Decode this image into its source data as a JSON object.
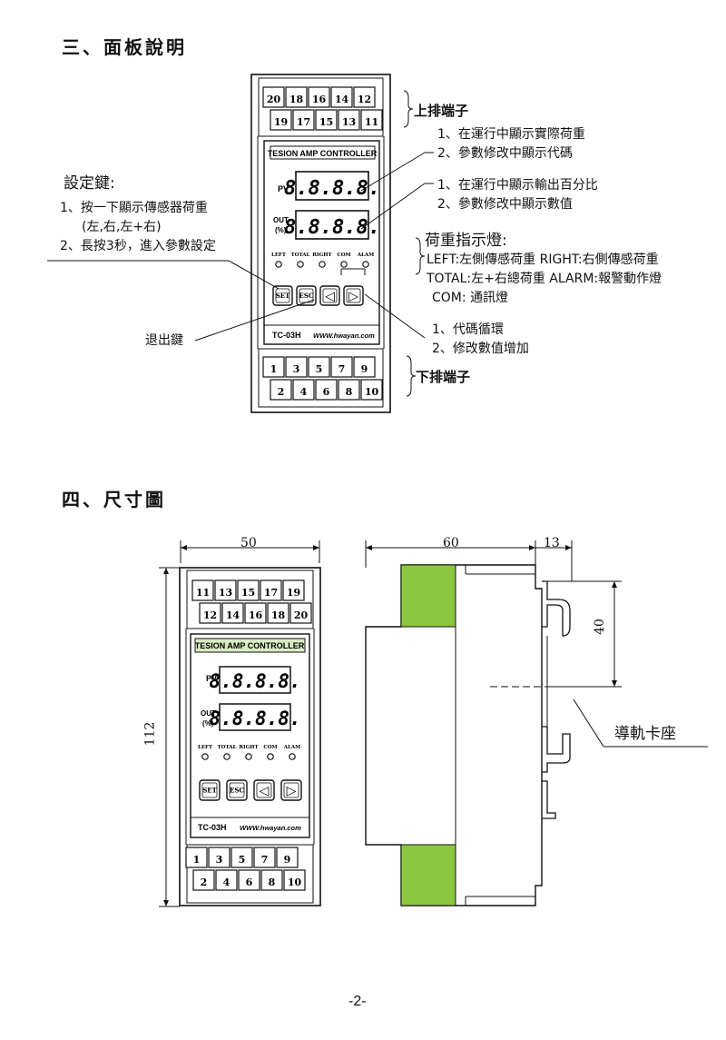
{
  "section3": {
    "title": "三、面板說明",
    "panel": {
      "top_terminals_row1": [
        "20",
        "18",
        "16",
        "14",
        "12"
      ],
      "top_terminals_row2": [
        "19",
        "17",
        "15",
        "13",
        "11"
      ],
      "controller_title": "TESION AMP CONTROLLER",
      "pv_label": "PV",
      "out_label_1": "OUT",
      "out_label_2": "(%)",
      "display_value": "8.8.8.8.",
      "led_labels": [
        "LEFT",
        "TOTAL",
        "RIGHT",
        "COM",
        "ALAM"
      ],
      "buttons": [
        "SET",
        "ESC",
        "◁",
        "▷"
      ],
      "model": "TC-03H",
      "website": "WWW.hwayan.com",
      "bottom_terminals_row1": [
        "1",
        "3",
        "5",
        "7",
        "9"
      ],
      "bottom_terminals_row2": [
        "2",
        "4",
        "6",
        "8",
        "10"
      ]
    },
    "callouts": {
      "upper_terminal": "上排端子",
      "pv_desc_1": "1、在運行中顯示實際荷重",
      "pv_desc_2": "2、參數修改中顯示代碼",
      "out_desc_1": "1、在運行中顯示輸出百分比",
      "out_desc_2": "2、參數修改中顯示數值",
      "set_title": "設定鍵:",
      "set_desc_1": "1、按一下顯示傳感器荷重",
      "set_desc_1b": "(左,右,左+右)",
      "set_desc_2": "2、長按3秒，進入參數設定",
      "load_title": "荷重指示燈:",
      "load_desc_1": "LEFT:左側傳感荷重 RIGHT:右側傳感荷重",
      "load_desc_2": "TOTAL:左+右總荷重 ALARM:報警動作燈",
      "load_desc_3": "COM: 通訊燈",
      "esc_label": "退出鍵",
      "arrow_desc_1": "1、代碼循環",
      "arrow_desc_2": "2、修改數值增加",
      "lower_terminal": "下排端子"
    }
  },
  "section4": {
    "title": "四、尺寸圖",
    "front": {
      "top_terminals_row1": [
        "11",
        "13",
        "15",
        "17",
        "19"
      ],
      "top_terminals_row2": [
        "12",
        "14",
        "16",
        "18",
        "20"
      ],
      "bottom_terminals_row1": [
        "1",
        "3",
        "5",
        "7",
        "9"
      ],
      "bottom_terminals_row2": [
        "2",
        "4",
        "6",
        "8",
        "10"
      ]
    },
    "dims": {
      "width": "50",
      "height": "112",
      "depth": "60",
      "rail": "13",
      "rail_height": "40"
    },
    "rail_mount_label": "導軌卡座"
  },
  "page_number": "-2-",
  "colors": {
    "green": "#8cc63f",
    "title_bg": "#d9ecc4",
    "ink": "#111111"
  }
}
